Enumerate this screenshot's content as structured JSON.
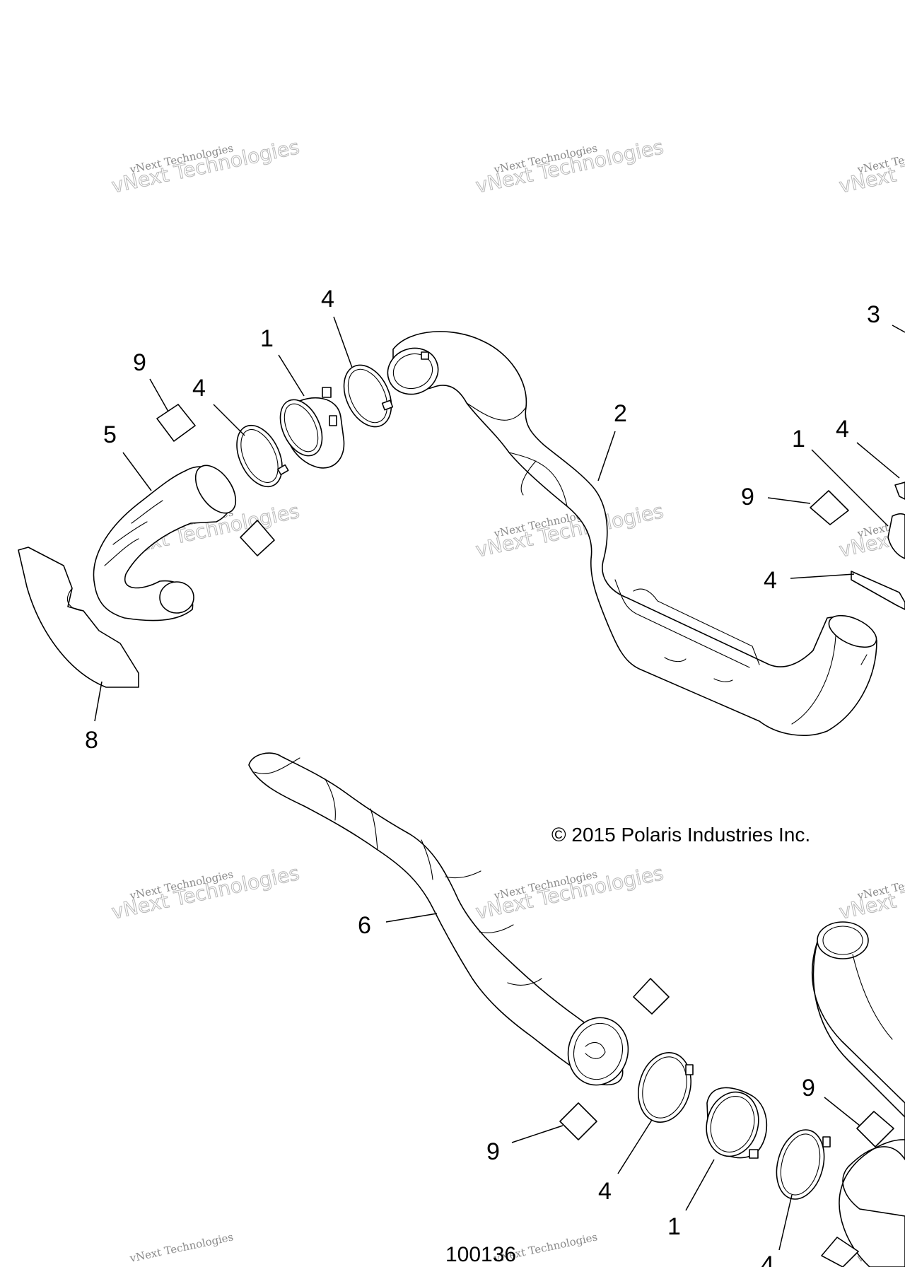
{
  "copyright": "© 2015 Polaris Industries Inc.",
  "drawing_id": "100136",
  "watermark": {
    "line_small": "vNext Technologies",
    "line_big": "vNext Technologies"
  },
  "callouts": [
    {
      "id": "callout-9-top-left",
      "label": "9"
    },
    {
      "id": "callout-4-left",
      "label": "4"
    },
    {
      "id": "callout-1-top",
      "label": "1"
    },
    {
      "id": "callout-4-top",
      "label": "4"
    },
    {
      "id": "callout-5",
      "label": "5"
    },
    {
      "id": "callout-8",
      "label": "8"
    },
    {
      "id": "callout-2",
      "label": "2"
    },
    {
      "id": "callout-3",
      "label": "3"
    },
    {
      "id": "callout-4-right-upper",
      "label": "4"
    },
    {
      "id": "callout-1-right",
      "label": "1"
    },
    {
      "id": "callout-9-right",
      "label": "9"
    },
    {
      "id": "callout-4-right-lower",
      "label": "4"
    },
    {
      "id": "callout-6",
      "label": "6"
    },
    {
      "id": "callout-9-bottom-right",
      "label": "9"
    },
    {
      "id": "callout-9-bottom-left",
      "label": "9"
    },
    {
      "id": "callout-4-bottom",
      "label": "4"
    },
    {
      "id": "callout-1-bottom",
      "label": "1"
    },
    {
      "id": "callout-4-bottom-right",
      "label": "4"
    }
  ]
}
